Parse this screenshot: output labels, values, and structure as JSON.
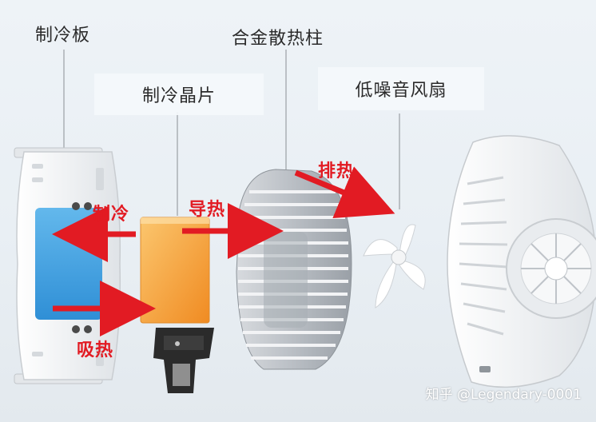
{
  "labels": {
    "cold_plate": "制冷板",
    "tec_chip": "制冷晶片",
    "heatsink": "合金散热柱",
    "fan": "低噪音风扇"
  },
  "flows": {
    "cooling": "制冷",
    "heat_conduction": "导热",
    "heat_exhaust": "排热",
    "heat_absorb": "吸热"
  },
  "watermark": "知乎 @Legendary-0001",
  "colors": {
    "arrow": "#e21b23",
    "tec": "#f6a23a",
    "cold_plate_panel": "#4ba7e0",
    "metal": "#c9cdd2"
  }
}
